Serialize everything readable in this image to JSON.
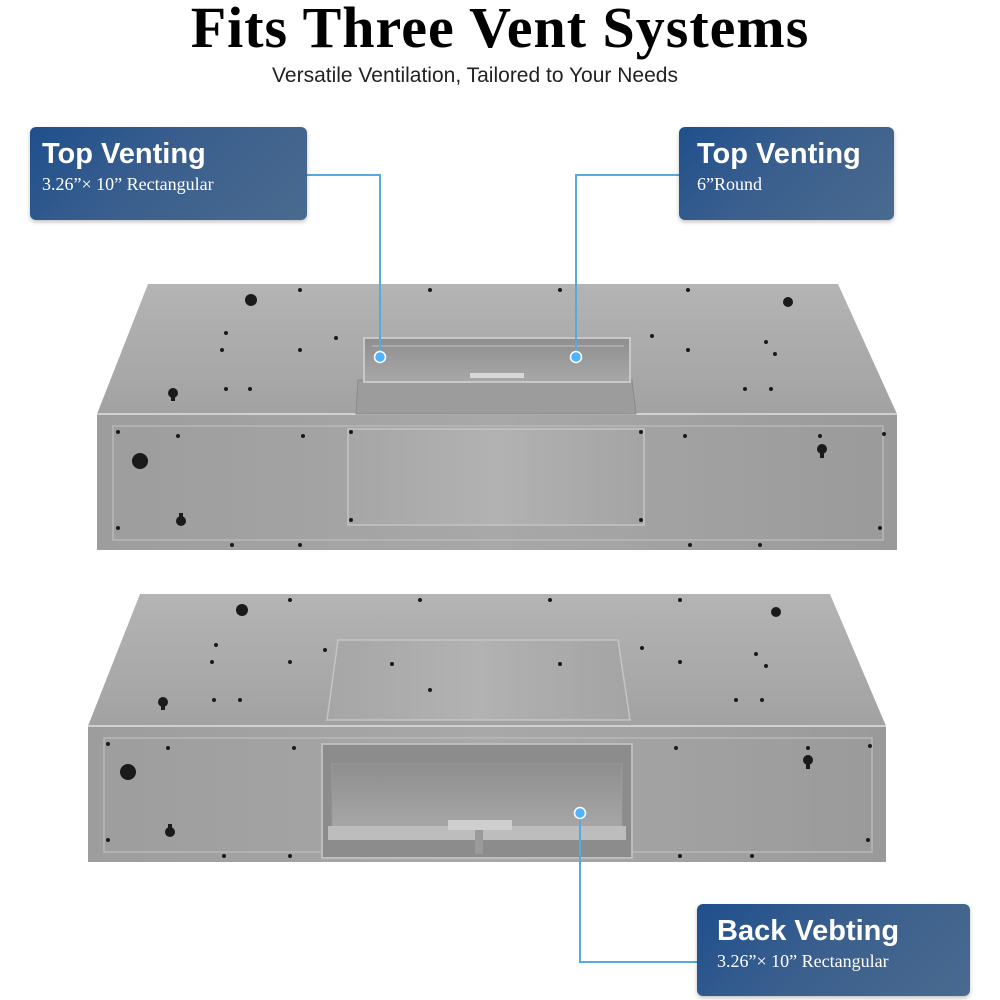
{
  "header": {
    "title": "Fits Three Vent Systems",
    "subtitle": "Versatile Ventilation, Tailored to Your Needs"
  },
  "labels": [
    {
      "title": "Top Venting",
      "spec": "3.26”× 10” Rectangular"
    },
    {
      "title": "Top Venting",
      "spec": "6”Round"
    },
    {
      "title": "Back Vebting",
      "spec": "3.26”× 10” Rectangular"
    }
  ],
  "colors": {
    "label_bg": "#2d5688",
    "callout_line": "#5aa8e0",
    "steel": "#a9a9a9"
  }
}
